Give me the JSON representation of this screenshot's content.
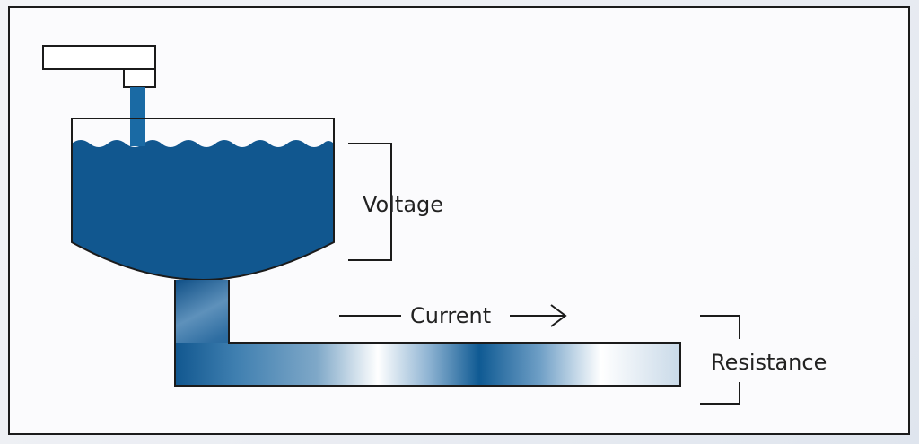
{
  "diagram": {
    "labels": {
      "voltage": "Voltage",
      "current": "Current",
      "resistance": "Resistance"
    },
    "colors": {
      "water": "#11578f",
      "water_light": "#ffffff",
      "outline": "#1b1b1b",
      "panel": "#fbfbfd"
    }
  }
}
